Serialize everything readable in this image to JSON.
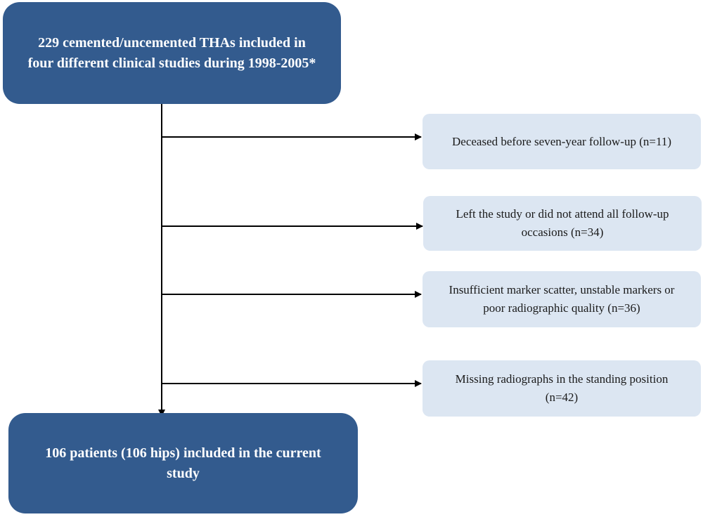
{
  "start": {
    "line1": "229 cemented/uncemented THAs included in",
    "line2": "four different clinical studies during 1998-2005*"
  },
  "exclusions": [
    {
      "line1": "Deceased before seven-year follow-up (n=11)",
      "line2": ""
    },
    {
      "line1": "Left the study or did not attend all follow-up",
      "line2": "occasions (n=34)"
    },
    {
      "line1": "Insufficient marker scatter, unstable markers or",
      "line2": "poor radiographic quality (n=36)"
    },
    {
      "line1": "Missing radiographs in the standing position",
      "line2": "(n=42)"
    }
  ],
  "end": {
    "line1": "106 patients (106 hips) included in the current",
    "line2": "study"
  },
  "colors": {
    "main_box": "#335b8e",
    "exclusion_box": "#dce6f2",
    "connector": "#000000"
  }
}
